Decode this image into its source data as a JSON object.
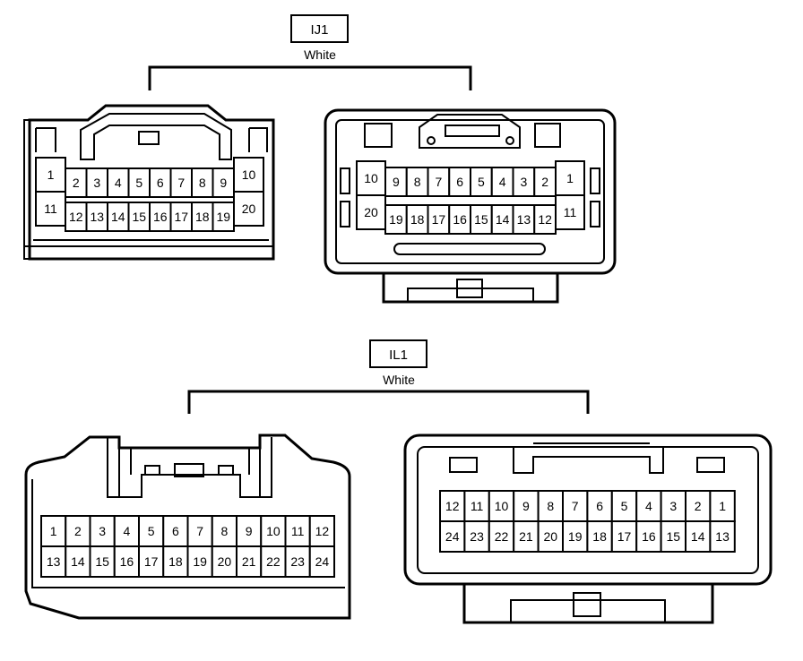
{
  "groups": [
    {
      "label": "IJ1",
      "color_text": "White"
    },
    {
      "label": "IL1",
      "color_text": "White"
    }
  ],
  "connectors": {
    "ij1_left": {
      "top_pins": [
        "1",
        "2",
        "3",
        "4",
        "5",
        "6",
        "7",
        "8",
        "9",
        "10"
      ],
      "bottom_pins": [
        "11",
        "12",
        "13",
        "14",
        "15",
        "16",
        "17",
        "18",
        "19",
        "20"
      ]
    },
    "ij1_right": {
      "top_pins": [
        "10",
        "9",
        "8",
        "7",
        "6",
        "5",
        "4",
        "3",
        "2",
        "1"
      ],
      "bottom_pins": [
        "20",
        "19",
        "18",
        "17",
        "16",
        "15",
        "14",
        "13",
        "12",
        "11"
      ]
    },
    "il1_left": {
      "top_pins": [
        "1",
        "2",
        "3",
        "4",
        "5",
        "6",
        "7",
        "8",
        "9",
        "10",
        "11",
        "12"
      ],
      "bottom_pins": [
        "13",
        "14",
        "15",
        "16",
        "17",
        "18",
        "19",
        "20",
        "21",
        "22",
        "23",
        "24"
      ]
    },
    "il1_right": {
      "top_pins": [
        "12",
        "11",
        "10",
        "9",
        "8",
        "7",
        "6",
        "5",
        "4",
        "3",
        "2",
        "1"
      ],
      "bottom_pins": [
        "24",
        "23",
        "22",
        "21",
        "20",
        "19",
        "18",
        "17",
        "16",
        "15",
        "14",
        "13"
      ]
    }
  }
}
